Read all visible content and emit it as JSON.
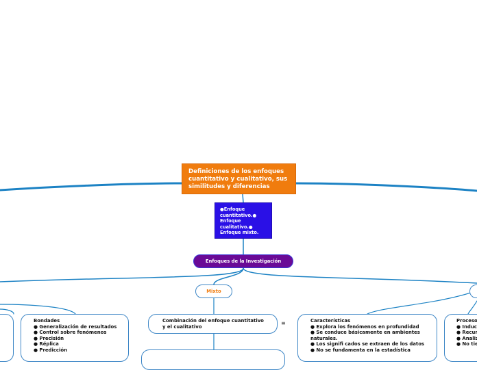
{
  "title": "Definiciones de los enfoques cuantitativo y cualitativo, sus similitudes y diferencias",
  "enfoques_list": [
    "●Enfoque",
    "cuantitativo.●",
    "Enfoque",
    "cualitativo.●",
    "Enfoque mixto."
  ],
  "main_node": "Enfoques de la Investigación",
  "mixto": "Mixto",
  "combinacion": [
    "Combinación del enfoque cuantitativo",
    "y el cualitativo"
  ],
  "bondades": {
    "heading": "Bondades",
    "items": [
      "● Generalización de resultados",
      "● Control sobre fenómenos",
      "● Precisión",
      "● Réplica",
      "● Predicción"
    ]
  },
  "caracteristicas": {
    "heading": "Características",
    "items": [
      "● Explora los fenómenos en profundidad",
      "● Se conduce básicamente en ambientes",
      "naturales.",
      "● Los signifi cados se extraen de los datos",
      "● No se fundamenta en la estadística"
    ]
  },
  "proceso": {
    "heading": "Proceso",
    "items": [
      "● Induc",
      "● Recur",
      "● Analiz",
      "● No tie"
    ]
  },
  "note_icon": "≡",
  "colors": {
    "root": "#f07c0e",
    "enfoques": "#2a10e6",
    "main": "#6a0a96",
    "connector": "#1c82c4",
    "box_border": "#3d86c6"
  }
}
